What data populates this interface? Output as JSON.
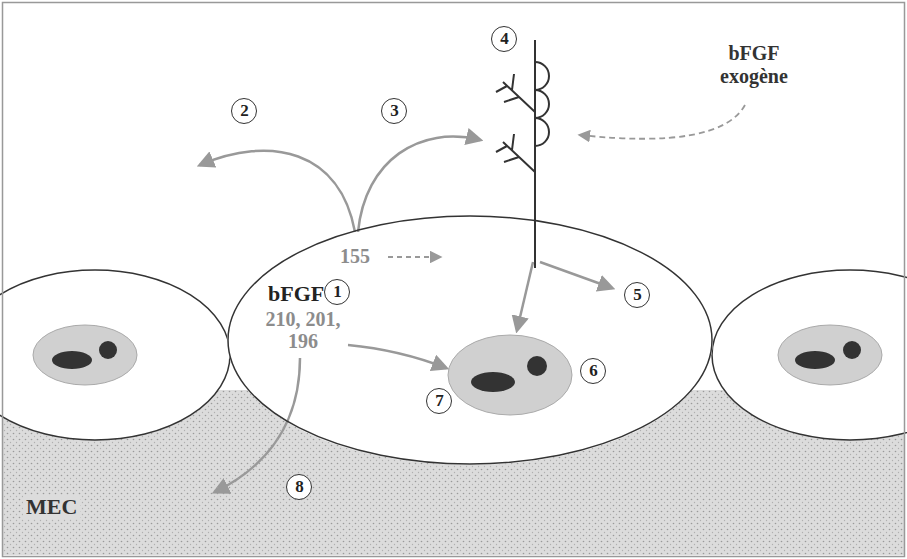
{
  "diagram": {
    "nodes": [
      {
        "text": [
          "bFGF",
          "210, 201, 196",
          "155"
        ]
      },
      {
        "text": [
          "MEC"
        ]
      }
    ],
    "labels": [
      "4",
      "bFGF exogène",
      "2",
      "3",
      "1",
      "5",
      "6",
      "7",
      "8"
    ]
  }
}
